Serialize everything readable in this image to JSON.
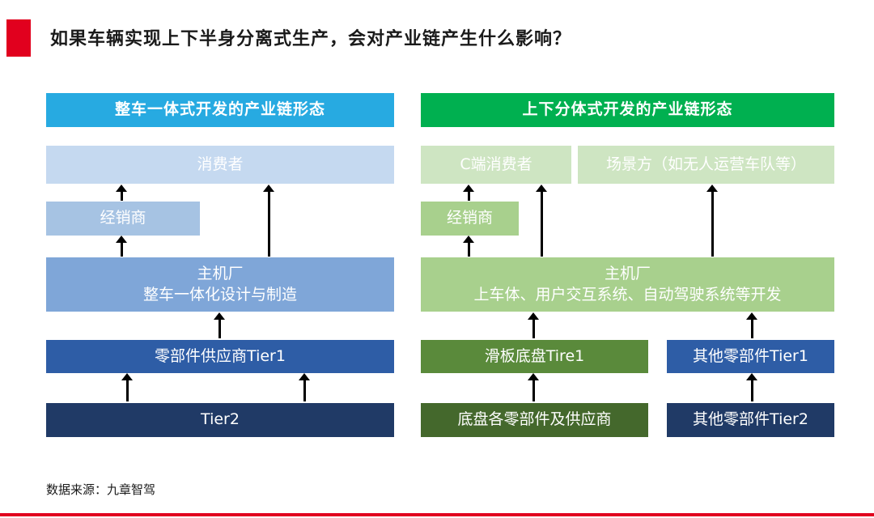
{
  "page": {
    "title": "如果车辆实现上下半身分离式生产，会对产业链产生什么影响？",
    "source_note": "数据来源：九章智驾"
  },
  "colors": {
    "accent_red": "#E1001E",
    "arrow": "#000000",
    "text_on_box": "#FFFFFF",
    "left_header": "#27AAE1",
    "left_consumer": "#C5D9F0",
    "left_dealer": "#A6C3E3",
    "left_oem": "#7FA6D8",
    "left_tier1": "#2E5DA6",
    "left_tier2": "#203A66",
    "right_header": "#00B050",
    "right_pale": "#CEE5C2",
    "right_mid": "#A8D08D",
    "right_skateboard": "#5A8A3B",
    "right_chassis": "#44682C",
    "right_other_tier1": "#2E5DA6",
    "right_other_tier2": "#203A66"
  },
  "left_chain": {
    "header": "整车一体式开发的产业链形态",
    "consumer": "消费者",
    "dealer": "经销商",
    "oem_title": "主机厂",
    "oem_subtitle": "整车一体化设计与制造",
    "tier1": "零部件供应商Tier1",
    "tier2": "Tier2"
  },
  "right_chain": {
    "header": "上下分体式开发的产业链形态",
    "c_consumer": "C端消费者",
    "scene_party": "场景方（如无人运营车队等）",
    "dealer": "经销商",
    "oem_title": "主机厂",
    "oem_subtitle": "上车体、用户交互系统、自动驾驶系统等开发",
    "skateboard_tier1": "滑板底盘Tire1",
    "other_tier1": "其他零部件Tier1",
    "chassis_suppliers": "底盘各零部件及供应商",
    "other_tier2": "其他零部件Tier2"
  }
}
